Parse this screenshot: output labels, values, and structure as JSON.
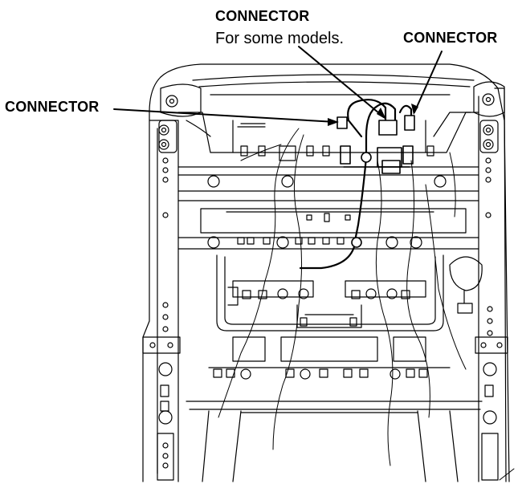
{
  "callouts": {
    "top_connector": "CONNECTOR",
    "top_connector_note": "For some models.",
    "right_connector": "CONNECTOR",
    "left_connector": "CONNECTOR"
  },
  "colors": {
    "line": "#000000",
    "background": "#ffffff"
  }
}
